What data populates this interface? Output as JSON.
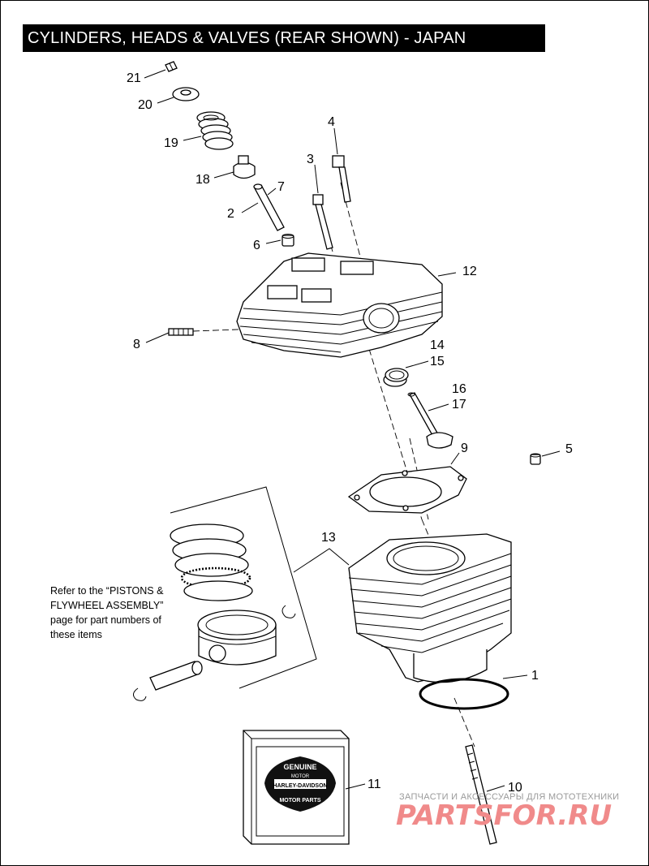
{
  "title": "CYLINDERS, HEADS & VALVES (REAR SHOWN) - JAPAN",
  "callouts": [
    "1",
    "2",
    "3",
    "4",
    "5",
    "6",
    "7",
    "8",
    "9",
    "10",
    "11",
    "12",
    "13",
    "14",
    "15",
    "16",
    "17",
    "18",
    "19",
    "20",
    "21"
  ],
  "note_lines": [
    "Refer to the “PISTONS &",
    "FLYWHEEL ASSEMBLY”",
    "page for part numbers of",
    "these items"
  ],
  "logo": {
    "top_text": "GENUINE",
    "middle_text": "MOTOR",
    "bottom_text": "MOTOR PARTS",
    "shield_text": "HARLEY-DAVIDSON"
  },
  "watermark": {
    "line1": "ЗАПЧАСТИ И АКСЕССУАРЫ ДЛЯ МОТОТЕХНИКИ",
    "line2": "PARTSFOR.RU"
  }
}
